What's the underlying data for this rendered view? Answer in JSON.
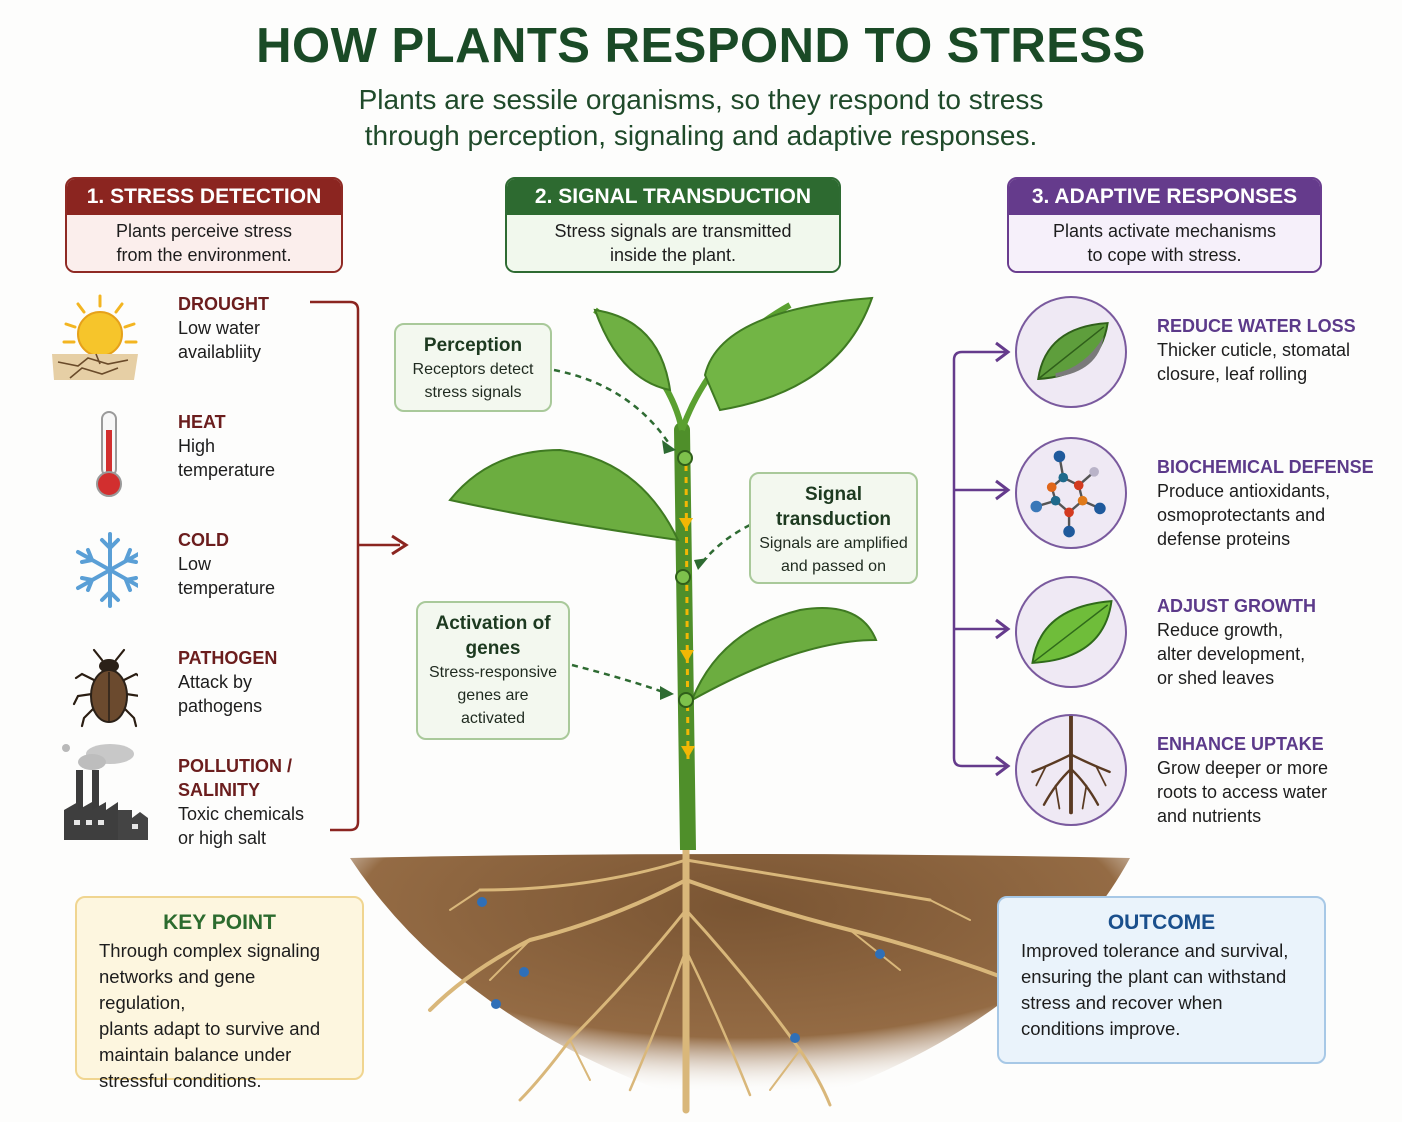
{
  "header": {
    "title": "HOW PLANTS RESPOND TO STRESS",
    "subtitle_line1": "Plants are sessile organisms, so they respond to stress",
    "subtitle_line2": "through perception, signaling and adaptive responses."
  },
  "steps": [
    {
      "title": "1. STRESS DETECTION",
      "line1": "Plants perceive stress",
      "line2": "from the environment.",
      "color": "#8b2520"
    },
    {
      "title": "2. SIGNAL TRANSDUCTION",
      "line1": "Stress signals are transmitted",
      "line2": "inside the plant.",
      "color": "#2d6a30"
    },
    {
      "title": "3. ADAPTIVE RESPONSES",
      "line1": "Plants activate mechanisms",
      "line2": "to cope with stress.",
      "color": "#653b8c"
    }
  ],
  "stressors": [
    {
      "icon": "sun-drought-icon",
      "label": "DROUGHT",
      "line1": "Low water",
      "line2": "availabliity"
    },
    {
      "icon": "thermometer-icon",
      "label": "HEAT",
      "line1": "High",
      "line2": "temperature"
    },
    {
      "icon": "snowflake-icon",
      "label": "COLD",
      "line1": "Low",
      "line2": "temperature"
    },
    {
      "icon": "beetle-icon",
      "label": "PATHOGEN",
      "line1": "Attack by",
      "line2": "pathogens"
    },
    {
      "icon": "factory-icon",
      "label": "POLLUTION /",
      "label2": "SALINITY",
      "line1": "Toxic chemicals",
      "line2": "or high salt"
    }
  ],
  "callouts": {
    "perception": {
      "title": "Perception",
      "line1": "Receptors detect",
      "line2": "stress signals"
    },
    "signal": {
      "title1": "Signal",
      "title2": "transduction",
      "line1": "Signals are amplified",
      "line2": "and passed on"
    },
    "genes": {
      "title1": "Activation of",
      "title2": "genes",
      "line1": "Stress-responsive",
      "line2": "genes are",
      "line3": "activated"
    }
  },
  "responses": [
    {
      "icon": "dry-leaf-icon",
      "label": "REDUCE WATER LOSS",
      "lines": [
        "Thicker cuticle, stomatal",
        "closure, leaf rolling"
      ]
    },
    {
      "icon": "molecule-icon",
      "label": "BIOCHEMICAL DEFENSE",
      "lines": [
        "Produce antioxidants,",
        "osmoprotectants and",
        "defense proteins"
      ]
    },
    {
      "icon": "leaf-icon",
      "label": "ADJUST GROWTH",
      "lines": [
        "Reduce growth,",
        "alter development,",
        "or shed leaves"
      ]
    },
    {
      "icon": "roots-icon",
      "label": "ENHANCE UPTAKE",
      "lines": [
        "Grow deeper or more",
        "roots to access water",
        "and nutrients"
      ]
    }
  ],
  "key_point": {
    "title": "KEY POINT",
    "lines": [
      "Through complex signaling",
      "networks and gene regulation,",
      "plants adapt to survive and",
      "maintain balance under",
      "stressful conditions."
    ]
  },
  "outcome": {
    "title": "OUTCOME",
    "lines": [
      "Improved tolerance and survival,",
      "ensuring the plant can withstand",
      "stress and recover when",
      "conditions improve."
    ]
  },
  "colors": {
    "detection": "#8b2520",
    "transduction": "#2d6a30",
    "responses": "#653b8c",
    "signal_arrow": "#f2b705"
  }
}
